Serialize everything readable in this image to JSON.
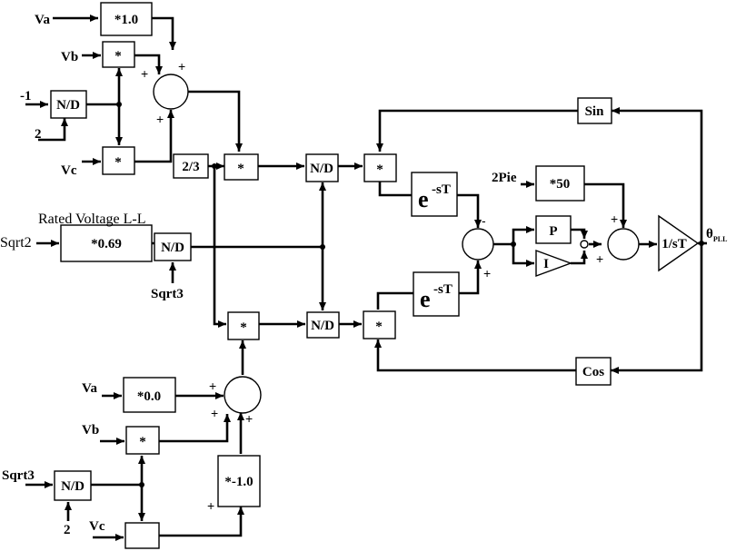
{
  "blocks": {
    "gain_1_0": "*1.0",
    "mult_vb": "*",
    "nd_top": "N/D",
    "mult_vc": "*",
    "two_thirds": "2/3",
    "mult_alpha": "*",
    "nd_alpha": "N/D",
    "mult_sin": "*",
    "delay_top_base": "e",
    "delay_top_exp": "-sT",
    "gain_50": "*50",
    "p_block": "P",
    "i_block": "I",
    "integrator": "1/sT",
    "sin_block": "Sin",
    "gain_0_69": "*0.69",
    "nd_rated": "N/D",
    "mult_beta": "*",
    "nd_beta": "N/D",
    "mult_cos": "*",
    "delay_bot_base": "e",
    "delay_bot_exp": "-sT",
    "cos_block": "Cos",
    "gain_0_0": "*0.0",
    "mult_vb2": "*",
    "gain_neg1": "*-1.0",
    "nd_bottom": "N/D"
  },
  "labels": {
    "va_top": "Va",
    "vb_top": "Vb",
    "minus1": "-1",
    "two_top": "2",
    "vc_top": "Vc",
    "rated_voltage": "Rated Voltage L-L",
    "sqrt2": "Sqrt2",
    "sqrt3_mid": "Sqrt3",
    "two_pie": "2Pie",
    "theta_main": "θ",
    "theta_sub": "PLL",
    "va_bot": "Va",
    "vb_bot": "Vb",
    "sqrt3_bot": "Sqrt3",
    "two_bot": "2",
    "vc_bot": "Vc"
  },
  "signs": {
    "plus": "+",
    "minus": "-"
  }
}
